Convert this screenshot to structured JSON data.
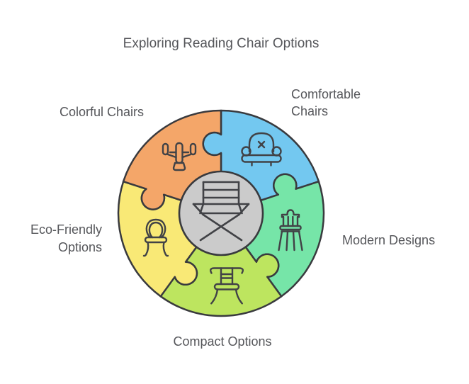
{
  "title": "Exploring Reading Chair Options",
  "background_color": "#ffffff",
  "outline_color": "#393a3e",
  "text_color": "#55565a",
  "center": {
    "icon": "directors-chair-icon",
    "fill": "#cbcbcb"
  },
  "segments": [
    {
      "label": "Comfortable Chairs",
      "position": "top-right",
      "color": "#73c8f0",
      "icon": "armchair-icon"
    },
    {
      "label": "Modern Designs",
      "position": "right",
      "color": "#76e5a8",
      "icon": "stool-icon"
    },
    {
      "label": "Compact Options",
      "position": "bottom",
      "color": "#bde55f",
      "icon": "compact-chair-icon"
    },
    {
      "label": "Eco-Friendly Options",
      "position": "left",
      "color": "#f9e976",
      "icon": "classic-chair-icon"
    },
    {
      "label": "Colorful Chairs",
      "position": "top-left",
      "color": "#f4a669",
      "icon": "chair-top-view-icon"
    }
  ]
}
